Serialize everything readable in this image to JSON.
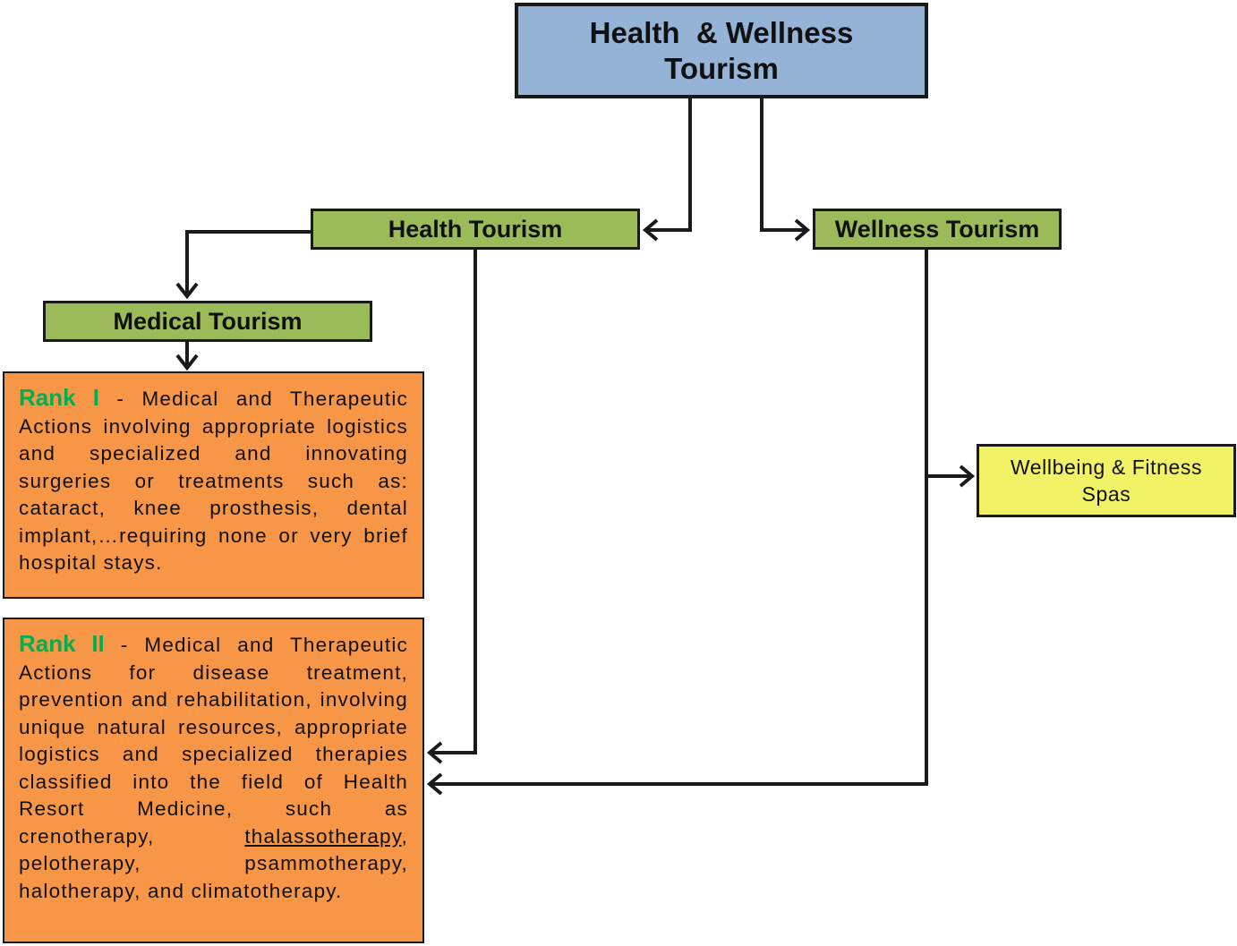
{
  "colors": {
    "title_fill": "#95B3D7",
    "category_fill": "#9BBB59",
    "rank_fill": "#F79646",
    "spa_fill": "#F2F266",
    "rank_label_color": "#00B050",
    "line_color": "#1a1a1a"
  },
  "title": {
    "line1": "Health  & Wellness",
    "line2": "Tourism"
  },
  "health_tourism": "Health Tourism",
  "wellness_tourism": "Wellness Tourism",
  "medical_tourism": "Medical Tourism",
  "spas": {
    "line1": "Wellbeing & Fitness",
    "line2": "Spas"
  },
  "rank1": {
    "label": "Rank I",
    "text": " - Medical and Therapeutic Actions involving appropriate logistics and specialized and innovating surgeries or treatments such as: cataract, knee prosthesis, dental implant,…requiring none or very brief hospital stays."
  },
  "rank2": {
    "label": "Rank II",
    "text_before": " - Medical and Therapeutic Actions for disease treatment, prevention and rehabilitation, involving unique natural resources, appropriate logistics and specialized therapies classified into the field of Health Resort Medicine, such as crenotherapy, ",
    "underlined": "thalassotherapy",
    "text_after": ", pelotherapy, psammotherapy, halotherapy, and climatotherapy."
  }
}
